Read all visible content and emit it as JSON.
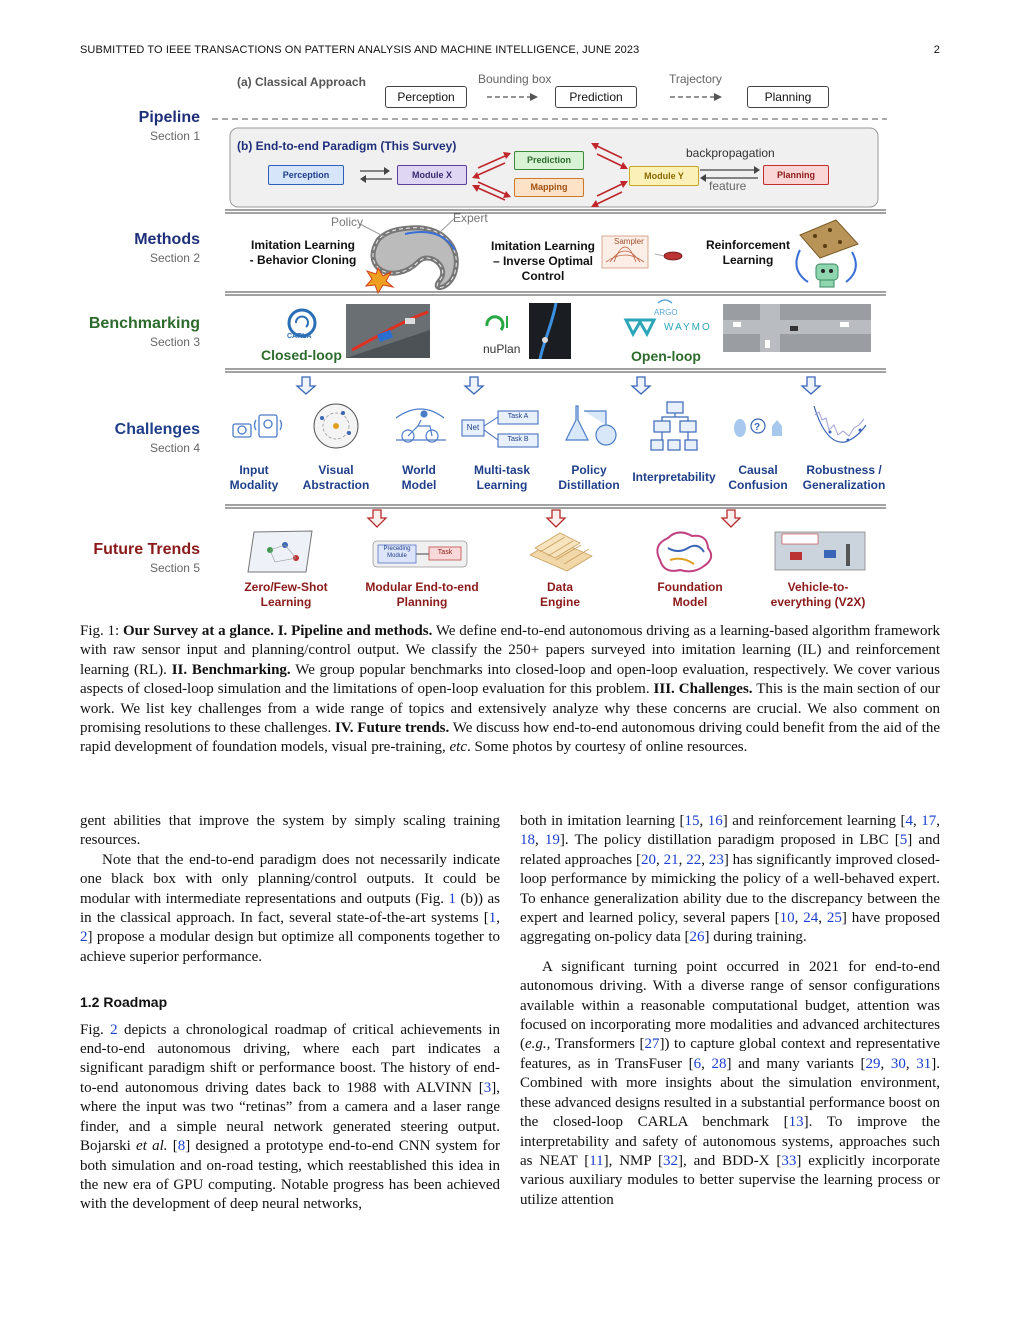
{
  "header": {
    "text": "SUBMITTED TO IEEE TRANSACTIONS ON PATTERN ANALYSIS AND MACHINE INTELLIGENCE, JUNE 2023",
    "page": "2"
  },
  "figure": {
    "sections": [
      {
        "title": "Pipeline",
        "sub": "Section 1",
        "color": "#1f2f7a"
      },
      {
        "title": "Methods",
        "sub": "Section 2",
        "color": "#1f2f7a"
      },
      {
        "title": "Benchmarking",
        "sub": "Section 3",
        "color": "#2d6b2d"
      },
      {
        "title": "Challenges",
        "sub": "Section 4",
        "color": "#1f3f8a"
      },
      {
        "title": "Future Trends",
        "sub": "Section 5",
        "color": "#8b1a1a"
      }
    ],
    "classical": {
      "title": "(a) Classical Approach",
      "perception": "Perception",
      "prediction": "Prediction",
      "planning": "Planning",
      "bbox": "Bounding box",
      "traj": "Trajectory"
    },
    "e2e": {
      "title": "(b) End-to-end Paradigm (This Survey)",
      "perception": "Perception",
      "modx": "Module X",
      "prediction": "Prediction",
      "mapping": "Mapping",
      "mody": "Module Y",
      "planning": "Planning",
      "backprop": "backpropagation",
      "feature": "feature"
    },
    "methods": {
      "policy": "Policy",
      "expert": "Expert",
      "il_bc": "Imitation Learning\n- Behavior Cloning",
      "il_ioc": "Imitation Learning\n– Inverse Optimal\nControl",
      "sampler": "Sampler",
      "rl": "Reinforcement\nLearning"
    },
    "bench": {
      "carla": "CARLA",
      "closed": "Closed-loop",
      "nuplan": "nuPlan",
      "argo": "ARGO",
      "waymo": "WAYMO",
      "open": "Open-loop"
    },
    "challenges": [
      "Input\nModality",
      "Visual\nAbstraction",
      "World\nModel",
      "Multi-task\nLearning",
      "Policy\nDistillation",
      "Interpretability",
      "Causal\nConfusion",
      "Robustness /\nGeneralization"
    ],
    "mtl": {
      "net": "Net",
      "taskA": "Task A",
      "taskB": "Task B"
    },
    "future": [
      "Zero/Few-Shot\nLearning",
      "Modular End-to-end\nPlanning",
      "Data\nEngine",
      "Foundation\nModel",
      "Vehicle-to-\neverything (V2X)"
    ],
    "modular": {
      "preceding": "Preceding\nModule",
      "task": "Task"
    }
  },
  "caption": {
    "lead": "Fig. 1: ",
    "b1": "Our Survey at a glance. I. Pipeline and methods.",
    "t1": " We define end-to-end autonomous driving as a learning-based algorithm framework with raw sensor input and planning/control output. We classify the 250+ papers surveyed into imitation learning (IL) and reinforcement learning (RL). ",
    "b2": "II. Benchmarking.",
    "t2": " We group popular benchmarks into closed-loop and open-loop evaluation, respectively. We cover various aspects of closed-loop simulation and the limitations of open-loop evaluation for this problem. ",
    "b3": "III. Challenges.",
    "t3": " This is the main section of our work. We list key challenges from a wide range of topics and extensively analyze why these concerns are crucial. We also comment on promising resolutions to these challenges. ",
    "b4": "IV. Future trends.",
    "t4": " We discuss how end-to-end autonomous driving could benefit from the aid of the rapid development of foundation models, visual pre-training, ",
    "etc": "etc",
    "t5": ". Some photos by courtesy of online resources."
  },
  "left_col": {
    "p1": "gent abilities that improve the system by simply scaling training resources.",
    "p2a": "Note that the end-to-end paradigm does not necessarily indicate one black box with only planning/control outputs. It could be modular with intermediate representations and outputs (Fig. ",
    "p2r1": "1",
    "p2b": " (b)) as in the classical approach. In fact, several state-of-the-art systems [",
    "p2r2": "1",
    "p2c": ", ",
    "p2r3": "2",
    "p2d": "] propose a modular design but optimize all components together to achieve superior performance.",
    "section": "1.2    Roadmap",
    "p3a": "Fig. ",
    "p3r1": "2",
    "p3b": " depicts a chronological roadmap of critical achievements in end-to-end autonomous driving, where each part indicates a significant paradigm shift or performance boost. The history of end-to-end autonomous driving dates back to 1988 with ALVINN [",
    "p3r2": "3",
    "p3c": "], where the input was two “retinas” from a camera and a laser range finder, and a simple neural network generated steering output. Bojarski ",
    "p3etal": "et al.",
    "p3d": " [",
    "p3r3": "8",
    "p3e": "] designed a prototype end-to-end CNN system for both simulation and on-road testing, which reestablished this idea in the new era of GPU computing. Notable progress has been achieved with the development of deep neural networks,"
  },
  "right_col": {
    "p1a": "both in imitation learning [",
    "r15": "15",
    "r16": "16",
    "p1b": "] and reinforcement learning [",
    "r4": "4",
    "r17": "17",
    "r18": "18",
    "r19": "19",
    "p1c": "]. The policy distillation paradigm proposed in LBC [",
    "r5": "5",
    "p1d": "] and related approaches [",
    "r20": "20",
    "r21": "21",
    "r22": "22",
    "r23": "23",
    "p1e": "] has significantly improved closed-loop performance by mimicking the policy of a well-behaved expert. To enhance generalization ability due to the discrepancy between the expert and learned policy, several papers [",
    "r10": "10",
    "r24": "24",
    "r25": "25",
    "p1f": "] have proposed aggregating on-policy data [",
    "r26": "26",
    "p1g": "] during training.",
    "p2a": "A significant turning point occurred in 2021 for end-to-end autonomous driving. With a diverse range of sensor configurations available within a reasonable computational budget, attention was focused on incorporating more modalities and advanced architectures (",
    "eg": "e.g.",
    "p2b": ", Transformers [",
    "r27": "27",
    "p2c": "]) to capture global context and representative features, as in TransFuser [",
    "r6": "6",
    "r28": "28",
    "p2d": "] and many variants [",
    "r29": "29",
    "r30": "30",
    "r31": "31",
    "p2e": "]. Combined with more insights about the simulation environment, these advanced designs resulted in a substantial performance boost on the closed-loop CARLA benchmark [",
    "r13": "13",
    "p2f": "]. To improve the interpretability and safety of autonomous systems, approaches such as NEAT [",
    "r11": "11",
    "p2g": "], NMP [",
    "r32": "32",
    "p2h": "], and BDD-X [",
    "r33": "33",
    "p2i": "] explicitly incorporate various auxiliary modules to better supervise the learning process or utilize attention"
  }
}
